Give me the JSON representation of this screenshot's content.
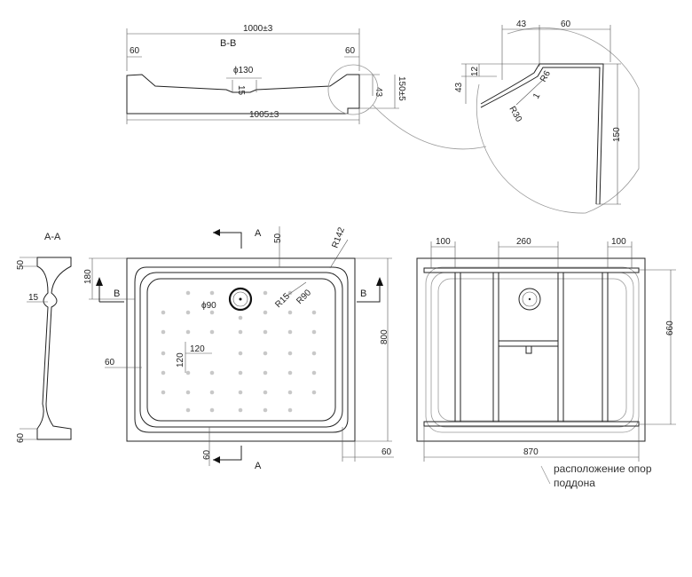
{
  "section_bb": {
    "title": "B-B",
    "top_width": "1000±3",
    "bottom_width": "1005±3",
    "left_flange": "60",
    "right_flange": "60",
    "drain_diameter": "ϕ130",
    "drain_depth": "15",
    "rim_height": "43",
    "total_height": "150±5"
  },
  "detail": {
    "width_43": "43",
    "width_60": "60",
    "height_12": "12",
    "height_43": "43",
    "radius_6": "R6",
    "radius_30": "R30",
    "thickness": "1",
    "height_150": "150"
  },
  "section_aa": {
    "title": "A-A",
    "top": "50",
    "step": "15",
    "bottom": "60"
  },
  "plan": {
    "section_a": "A",
    "section_b": "B",
    "flange_50": "50",
    "radius_r142": "R142",
    "depth_180": "180",
    "drain_phi90": "ϕ90",
    "radius_r90": "R90",
    "radius_r15": "R15",
    "spacing_120_v": "120",
    "spacing_120_h": "120",
    "side_60": "60",
    "length_800": "800",
    "bottom_60_left": "60",
    "bottom_60_right": "60"
  },
  "supports": {
    "left_100": "100",
    "middle_260": "260",
    "right_100": "100",
    "height_660": "660",
    "width_870": "870",
    "note_line1": "расположение опор",
    "note_line2": "поддона"
  }
}
